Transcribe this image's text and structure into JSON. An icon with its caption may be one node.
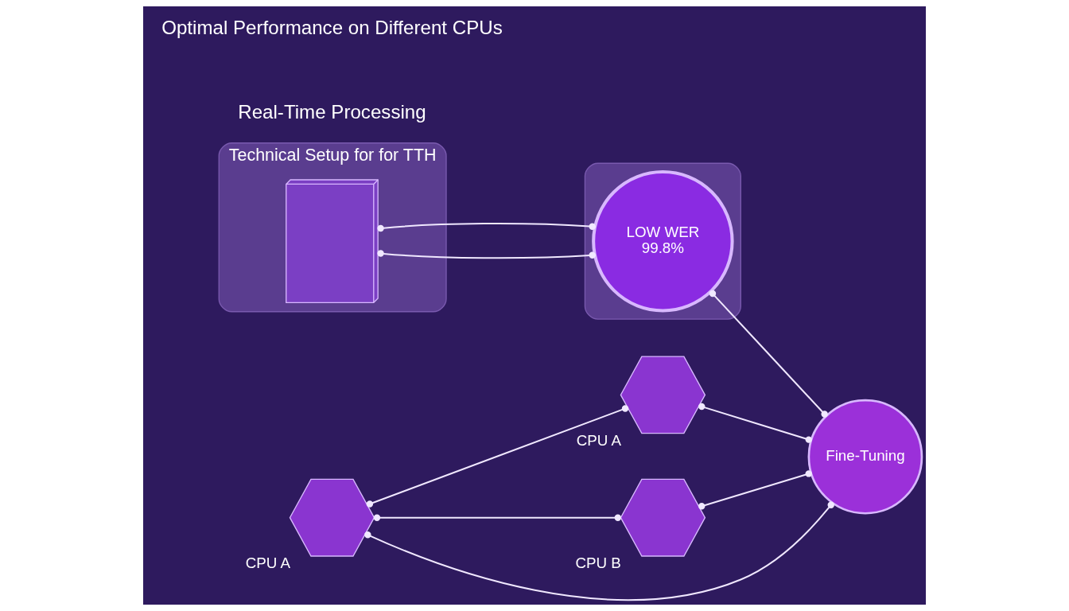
{
  "diagram": {
    "nodes": [
      {
        "text": [
          "Technical Setup for for TTH"
        ]
      },
      {
        "text": [],
        "shape": "picture",
        "in": 0
      },
      {
        "text": [],
        "shape": "box"
      },
      {
        "text": [
          "LOW WER",
          "99.8%"
        ],
        "in": 2
      },
      {
        "text": [],
        "shape": "hexagon",
        "beside": [
          "CPU A"
        ]
      },
      {
        "text": [],
        "shape": "hexagon",
        "beside": [
          "CPU A"
        ]
      },
      {
        "text": [],
        "shape": "hexagon",
        "beside": [
          "CPU B"
        ]
      },
      {
        "text": [
          "Fine-Tuning"
        ]
      }
    ],
    "edges": [
      {
        "from": 1,
        "to": 3,
        "arrow": "other"
      },
      {
        "from": 1,
        "to": 3,
        "arrow": "other"
      },
      {
        "from": 3,
        "to": 7,
        "arrow": "other"
      },
      {
        "from": 4,
        "to": 5,
        "arrow": "other"
      },
      {
        "from": 4,
        "to": 6,
        "arrow": "other"
      },
      {
        "from": 4,
        "to": 7,
        "arrow": "other"
      },
      {
        "from": 5,
        "to": 7,
        "arrow": "other"
      },
      {
        "from": 6,
        "to": 7,
        "arrow": "other"
      }
    ],
    "labels": [
      "Real-Time Processing",
      "Optimal Performance on Different CPUs"
    ]
  }
}
